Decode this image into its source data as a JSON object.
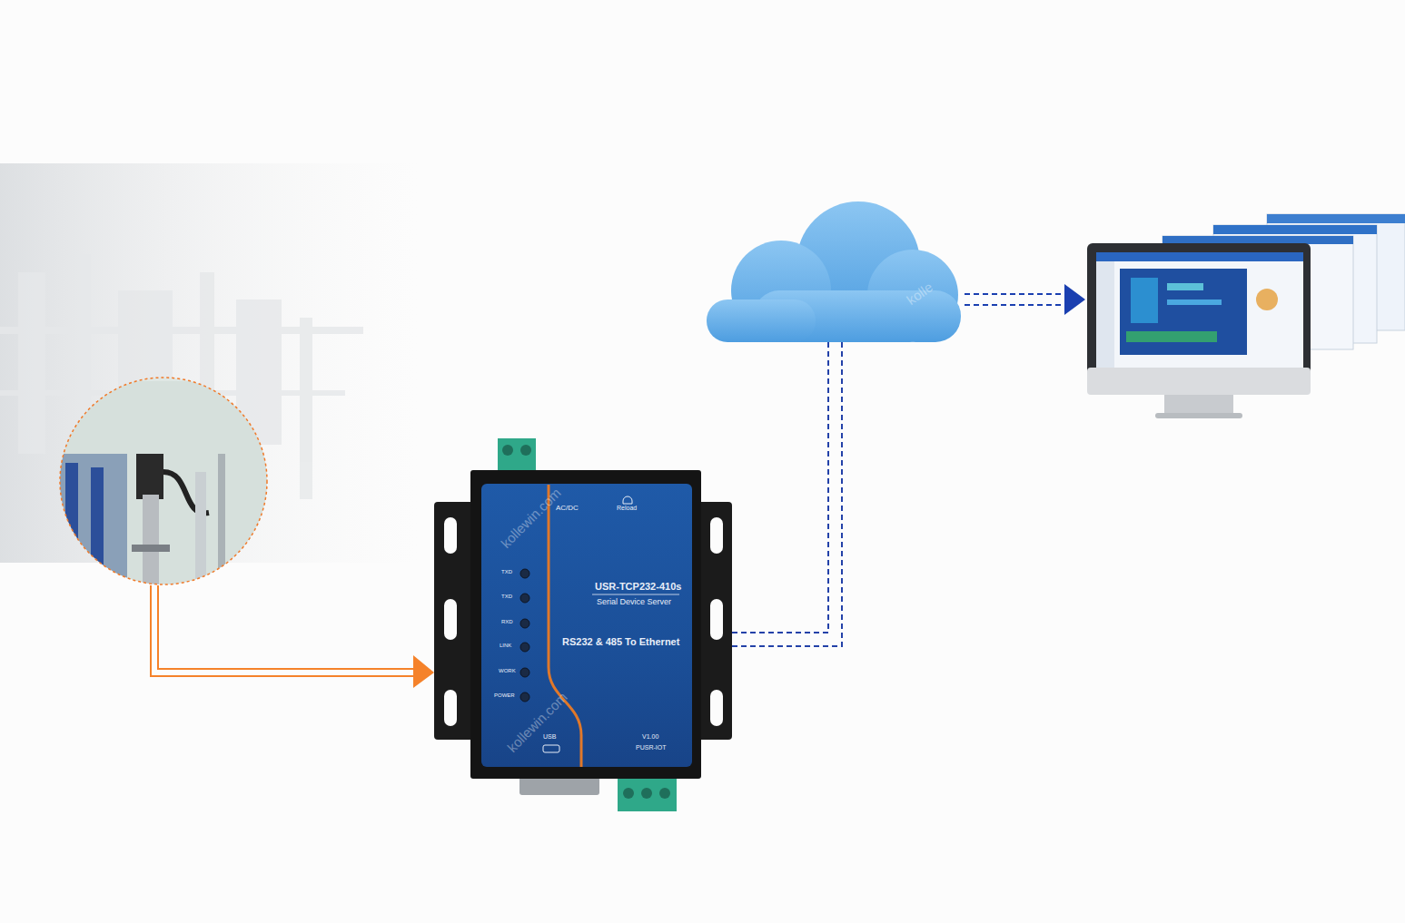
{
  "diagram": {
    "nodes": [
      {
        "text": [
          "AC/DC",
          "Reload",
          "TXD",
          "TXD",
          "RXD",
          "LINK",
          "WORK",
          "POWER",
          "USR-TCP232-410s",
          "Serial Device Server",
          "RS232 & 485 To Ethernet",
          "USB",
          "V1.00",
          "PUSR-IOT"
        ]
      }
    ],
    "labels": [
      "kollewin.com",
      "kollewin.com",
      "kolle"
    ]
  }
}
